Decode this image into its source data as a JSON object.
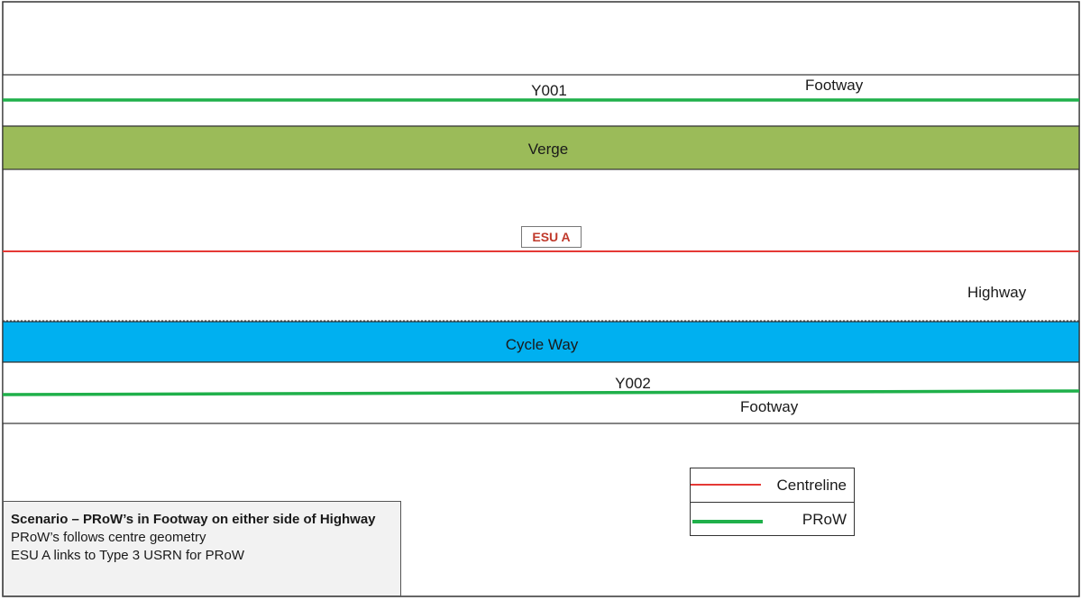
{
  "diagram": {
    "top_footway": {
      "prow_label": "Y001",
      "area_label": "Footway"
    },
    "verge": {
      "label": "Verge",
      "color": "#9bbb59"
    },
    "highway": {
      "esu_label": "ESU A",
      "area_label": "Highway"
    },
    "cycle_way": {
      "label": "Cycle Way",
      "color": "#00b0f0"
    },
    "bottom_footway": {
      "prow_label": "Y002",
      "area_label": "Footway"
    }
  },
  "legend": {
    "items": [
      {
        "label": "Centreline",
        "color": "#e53935"
      },
      {
        "label": "PRoW",
        "color": "#1fb04a"
      }
    ]
  },
  "note": {
    "title": "Scenario – PRoW’s in Footway on either side of Highway",
    "lines": [
      "PRoW’s follows centre geometry",
      "ESU A links to Type 3 USRN for PRoW"
    ]
  }
}
